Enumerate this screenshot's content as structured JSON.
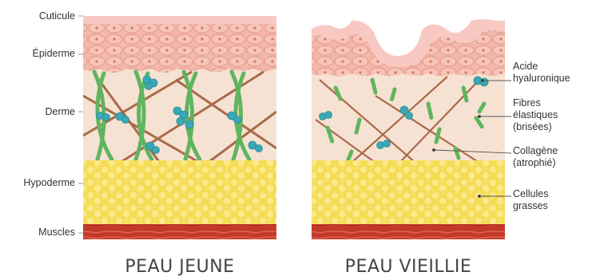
{
  "left_labels": {
    "cuticle": "Cuticule",
    "epidermis": "Épiderme",
    "dermis": "Derme",
    "hypodermis": "Hypoderme",
    "muscles": "Muscles"
  },
  "right_labels": {
    "hyaluronic_line1": "Acide",
    "hyaluronic_line2": "hyaluronique",
    "elastic_line1": "Fibres",
    "elastic_line2": "élastiques",
    "elastic_line3": "(brisées)",
    "collagen_line1": "Collagène",
    "collagen_line2": "(atrophié)",
    "fat_line1": "Cellules",
    "fat_line2": "grasses"
  },
  "captions": {
    "young": "PEAU JEUNE",
    "old": "PEAU VIEILLIE"
  },
  "colors": {
    "cuticle": "#f7c9c2",
    "epidermis": "#f3b8aa",
    "cell_outline": "#e39684",
    "cell_nucleus": "#d07a68",
    "dermis": "#f6e2d2",
    "collagen": "#a86a4a",
    "elastic": "#5fb55f",
    "hyaluronic": "#3aa9b6",
    "fat": "#f5dc55",
    "fat_cell": "#fbe98a",
    "muscle": "#c43a2a",
    "muscle_stripe": "#e06a5a",
    "leader": "#555555"
  }
}
